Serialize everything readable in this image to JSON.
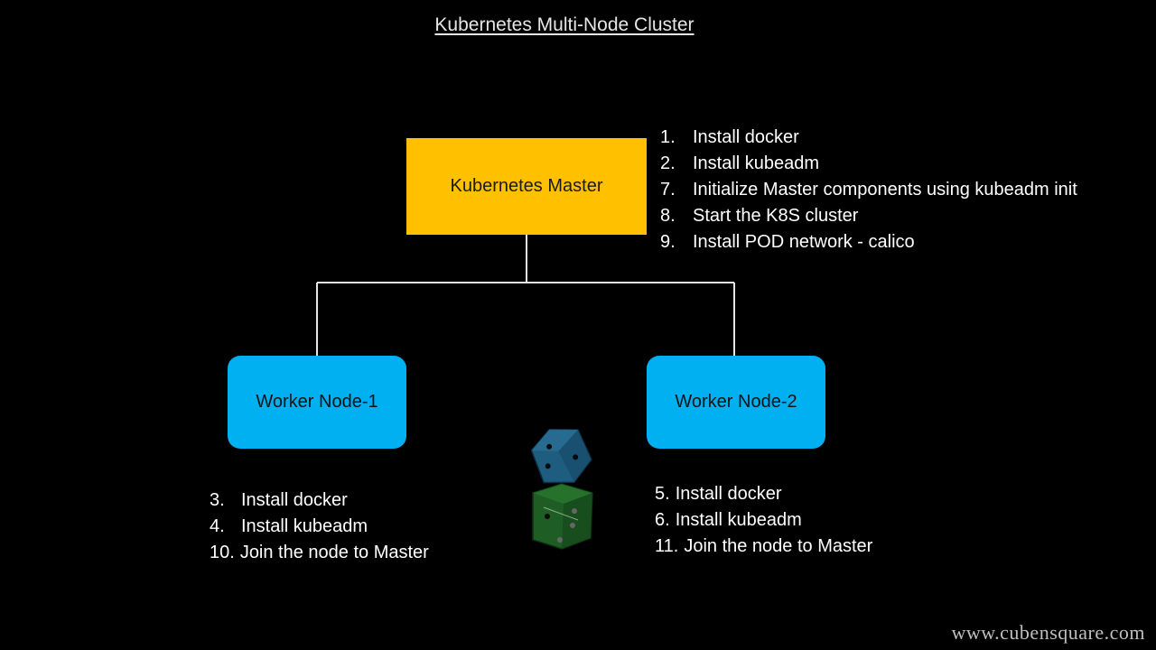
{
  "title": "Kubernetes Multi-Node Cluster",
  "nodes": {
    "master": {
      "label": "Kubernetes Master",
      "color": "#ffc000"
    },
    "worker1": {
      "label": "Worker Node-1",
      "color": "#00b0f0"
    },
    "worker2": {
      "label": "Worker Node-2",
      "color": "#00b0f0"
    }
  },
  "master_steps": [
    {
      "num": "1.",
      "text": "Install docker"
    },
    {
      "num": "2.",
      "text": "Install kubeadm"
    },
    {
      "num": "7.",
      "text": "Initialize Master components using kubeadm init"
    },
    {
      "num": "8.",
      "text": "Start the K8S cluster"
    },
    {
      "num": "9.",
      "text": "Install POD network - calico"
    }
  ],
  "worker1_steps": [
    {
      "num": "3.",
      "text": "Install docker"
    },
    {
      "num": "4.",
      "text": "Install kubeadm"
    },
    {
      "num": "10.",
      "text": "Join the node to Master"
    }
  ],
  "worker2_steps": [
    {
      "num": "5.",
      "text": "Install docker"
    },
    {
      "num": "6.",
      "text": "Install kubeadm"
    },
    {
      "num": "11.",
      "text": "Join the node to Master"
    }
  ],
  "decoration": {
    "icon": "dice-icon"
  },
  "footer": "www.cubensquare.com"
}
